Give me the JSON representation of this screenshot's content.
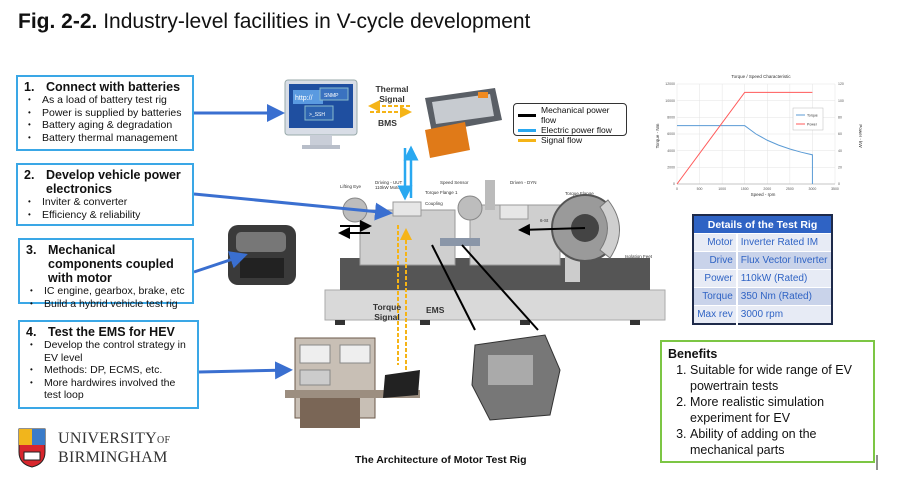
{
  "title": {
    "bold": "Fig. 2-2.",
    "rest": " Industry-level facilities in V-cycle development"
  },
  "boxes": [
    {
      "num": "1.",
      "heading": "Connect with batteries",
      "items": [
        "As a load of battery test rig",
        "Power is supplied by batteries",
        "Battery aging & degradation",
        "Battery thermal management"
      ]
    },
    {
      "num": "2.",
      "heading": "Develop vehicle power electronics",
      "items": [
        "Inviter & converter",
        "Efficiency & reliability"
      ]
    },
    {
      "num": "3.",
      "heading": "Mechanical components coupled with motor",
      "items": [
        "IC engine, gearbox, brake, etc",
        "Build a hybrid vehicle test rig"
      ]
    },
    {
      "num": "4.",
      "heading": "Test the EMS for HEV",
      "items": [
        "Develop the control strategy in EV level",
        "Methods: DP, ECMS, etc.",
        "More hardwires involved the test loop"
      ]
    }
  ],
  "diagram": {
    "thermal_signal": "Thermal Signal",
    "bms": "BMS",
    "torque_signal": "Torque Signal",
    "ems": "EMS",
    "monitor_text": [
      "http://",
      "SNMP",
      ">_SSH"
    ],
    "rig_labels": [
      "Lifting Eye",
      "Driving - UUT",
      "110kW Motor",
      "Torque Flange 1",
      "Coupling",
      "Speed Sensor",
      "Driven - DYN",
      "Torque Flange",
      "6-St",
      "Isolation Feet"
    ],
    "legend": [
      {
        "label": "Mechanical power flow",
        "color": "#000000"
      },
      {
        "label": "Electric power flow",
        "color": "#29a8f0"
      },
      {
        "label": "Signal flow",
        "color": "#f5b417"
      }
    ],
    "caption": "The Architecture of Motor Test Rig"
  },
  "logo": {
    "line1": "UNIVERSITY",
    "of": "OF",
    "line2": "BIRMINGHAM"
  },
  "chart_data": {
    "type": "line",
    "title": "Torque / Speed Characteristic",
    "xlabel": "Speed - rpm",
    "ylabel": "Torque - Nm",
    "y2label": "Power - kW",
    "xlim": [
      0,
      3500
    ],
    "ylim": [
      0,
      12000
    ],
    "y2lim": [
      0,
      120
    ],
    "xticks": [
      0,
      500,
      1000,
      1500,
      2000,
      2500,
      3000,
      3500
    ],
    "yticks": [
      0,
      2000,
      4000,
      6000,
      8000,
      10000,
      12000
    ],
    "y2ticks": [
      0,
      20,
      40,
      60,
      80,
      100,
      120
    ],
    "grid": true,
    "legend_position": "center-right",
    "series": [
      {
        "name": "Torque",
        "axis": "left",
        "color": "#5b9bd5",
        "x": [
          0,
          1500,
          1750,
          2000,
          2250,
          2500,
          2750,
          3000,
          3000
        ],
        "y": [
          7000,
          7000,
          6000,
          5250,
          4667,
          4200,
          3818,
          3500,
          0
        ]
      },
      {
        "name": "Power",
        "axis": "right",
        "color": "#ff5a5a",
        "x": [
          0,
          1500,
          3000
        ],
        "y": [
          0,
          110,
          110
        ]
      }
    ]
  },
  "details": {
    "title": "Details of the Test Rig",
    "rows": [
      {
        "key": "Motor",
        "value": "Inverter Rated IM"
      },
      {
        "key": "Drive",
        "value": "Flux Vector Inverter"
      },
      {
        "key": "Power",
        "value": "110kW (Rated)"
      },
      {
        "key": "Torque",
        "value": "350 Nm (Rated)"
      },
      {
        "key": "Max rev",
        "value": "3000 rpm"
      }
    ]
  },
  "benefits": {
    "title": "Benefits",
    "items": [
      "Suitable for wide range of EV powertrain tests",
      "More realistic simulation experiment for EV",
      "Ability of adding on the mechanical parts"
    ]
  }
}
